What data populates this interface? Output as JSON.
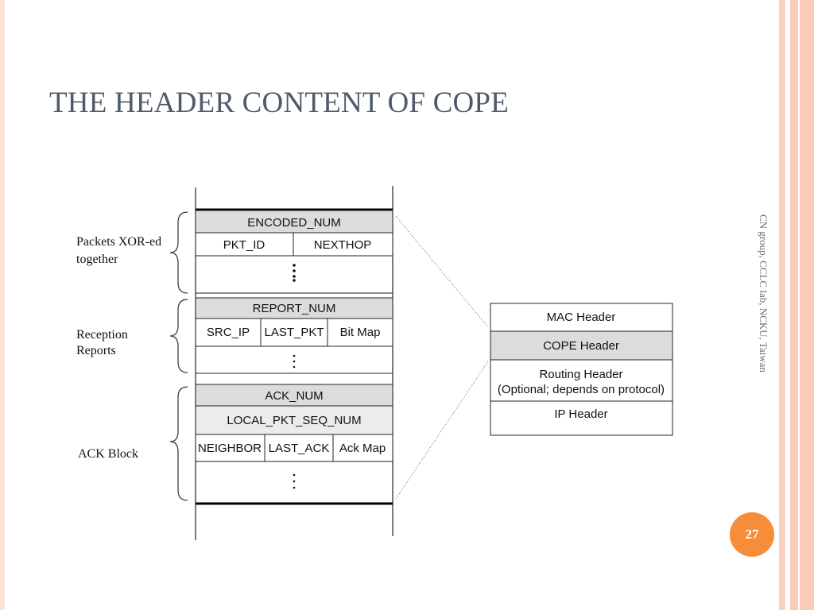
{
  "slide": {
    "title": "THE HEADER CONTENT OF COPE",
    "side_text": "CN group, CCLC lab, NCKU, Taiwan",
    "page_number": "27"
  },
  "left_labels": [
    {
      "lines": [
        "Packets XOR-ed",
        "together"
      ]
    },
    {
      "lines": [
        "Reception",
        "Reports"
      ]
    },
    {
      "lines": [
        "ACK Block"
      ]
    }
  ],
  "cope_fields": {
    "encoded_num": "ENCODED_NUM",
    "pkt_id": "PKT_ID",
    "nexthop": "NEXTHOP",
    "report_num": "REPORT_NUM",
    "src_ip": "SRC_IP",
    "last_pkt": "LAST_PKT",
    "bit_map": "Bit Map",
    "ack_num": "ACK_NUM",
    "local_pkt_seq_num": "LOCAL_PKT_SEQ_NUM",
    "neighbor": "NEIGHBOR",
    "last_ack": "LAST_ACK",
    "ack_map": "Ack Map"
  },
  "packet_stack": {
    "mac_header": "MAC Header",
    "cope_header": "COPE Header",
    "routing_header": "Routing Header",
    "routing_note": "(Optional; depends on protocol)",
    "ip_header": "IP Header"
  },
  "colors": {
    "title": "#4f5b6a",
    "shaded_cell": "#dcdcdc",
    "badge": "#f68d3a",
    "stripe": "#fbcdb9"
  }
}
